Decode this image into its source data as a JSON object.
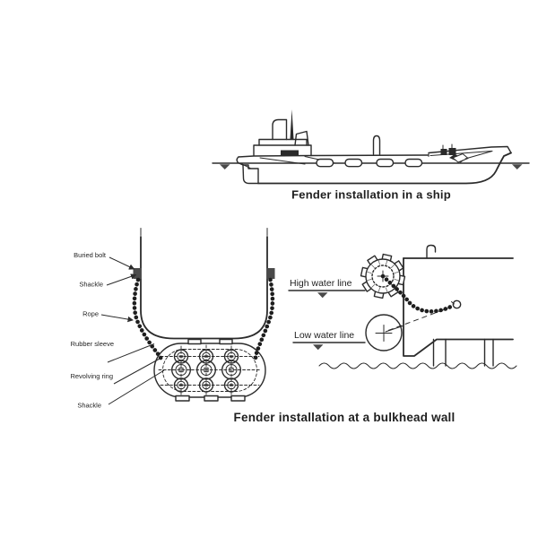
{
  "colors": {
    "ink": "#2b2b2b",
    "text": "#1f1f1f",
    "background": "#ffffff"
  },
  "ship_figure": {
    "caption": "Fender installation in a ship"
  },
  "cross_section_figure": {
    "labels": [
      {
        "id": "buried-bolt",
        "text": "Buried bolt"
      },
      {
        "id": "shackle-top",
        "text": "Shackle"
      },
      {
        "id": "rope",
        "text": "Rope"
      },
      {
        "id": "rubber-sleeve",
        "text": "Rubber sleeve"
      },
      {
        "id": "revolving-ring",
        "text": "Revolving ring"
      },
      {
        "id": "shackle-bottom",
        "text": "Shackle"
      }
    ]
  },
  "bulkhead_figure": {
    "water_lines": {
      "high": "High water line",
      "low": "Low water line"
    },
    "caption": "Fender installation at a bulkhead wall"
  }
}
